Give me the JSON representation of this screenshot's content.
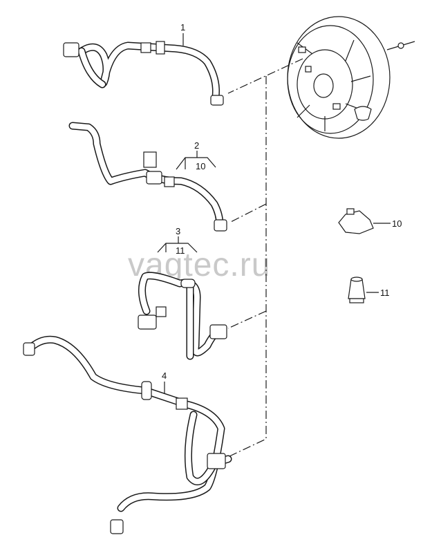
{
  "watermark": "vagtec.ru",
  "callouts": {
    "part_1": "1",
    "part_2": "2",
    "part_2_sub": "10",
    "part_3": "3",
    "part_3_sub": "11",
    "part_4": "4",
    "part_10": "10",
    "part_11": "11"
  }
}
